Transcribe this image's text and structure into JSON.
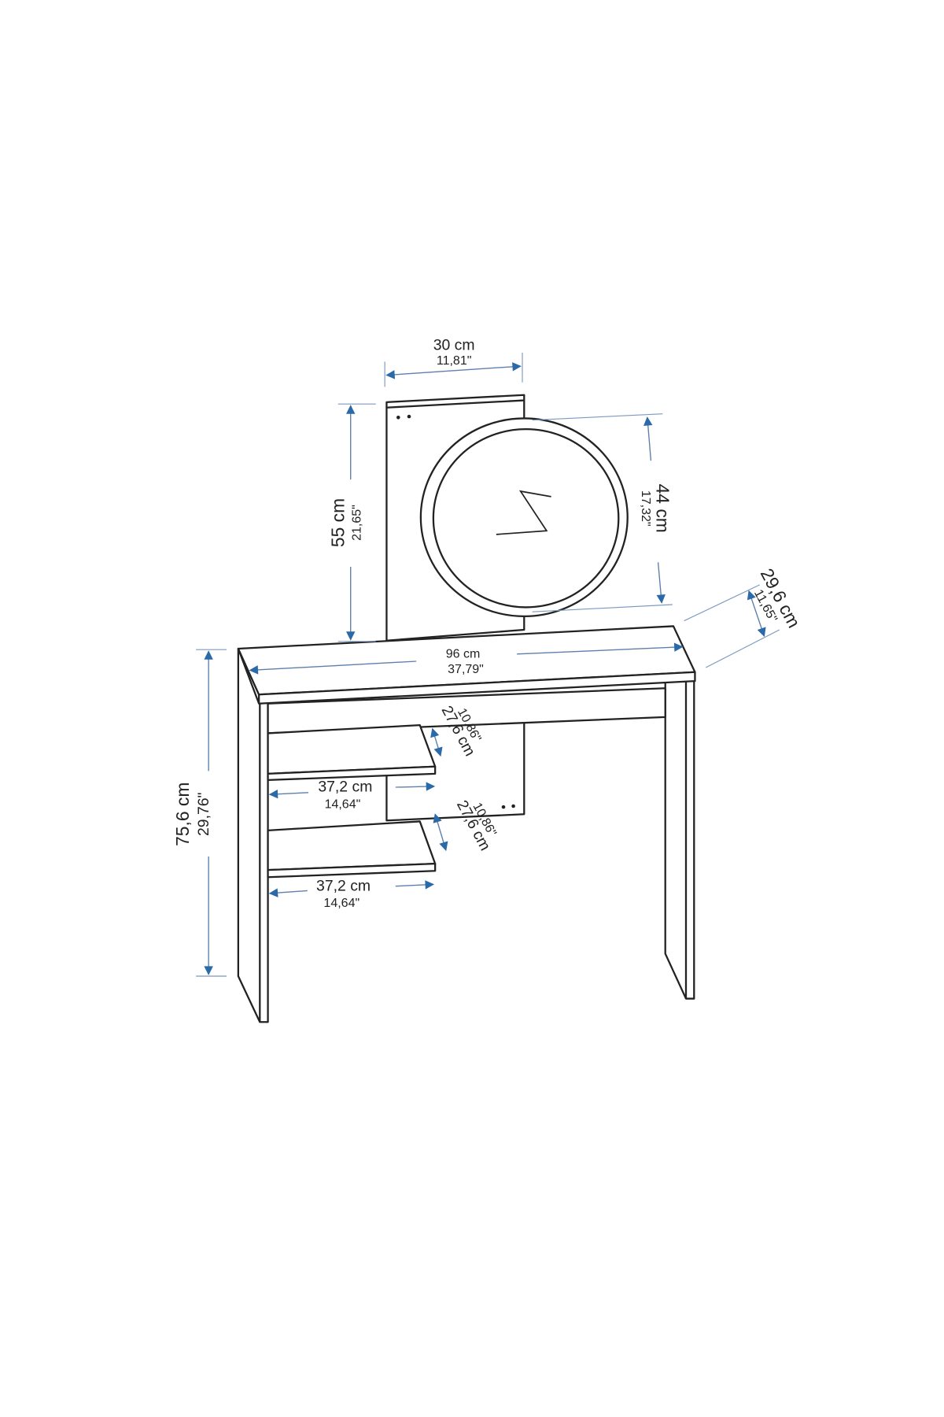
{
  "colors": {
    "outline": "#222222",
    "dimension_arrow": "#2a6aa8",
    "dimension_line": "#5d7fae"
  },
  "dimensions": {
    "panel_width": {
      "cm": "30 cm",
      "inch": "11,81\""
    },
    "panel_height": {
      "cm": "55 cm",
      "inch": "21,65\""
    },
    "mirror_diameter": {
      "cm": "44 cm",
      "inch": "17,32\""
    },
    "depth": {
      "cm": "29,6 cm",
      "inch": "11,65\""
    },
    "table_width": {
      "cm": "96 cm",
      "inch": "37,79\""
    },
    "table_height": {
      "cm": "75,6 cm",
      "inch": "29,76\""
    },
    "shelf1_depth": {
      "cm": "27,6 cm",
      "inch": "10,86\""
    },
    "shelf1_width": {
      "cm": "37,2 cm",
      "inch": "14,64\""
    },
    "shelf2_depth": {
      "cm": "27,6 cm",
      "inch": "10,86\""
    },
    "shelf2_width": {
      "cm": "37,2 cm",
      "inch": "14,64\""
    }
  }
}
